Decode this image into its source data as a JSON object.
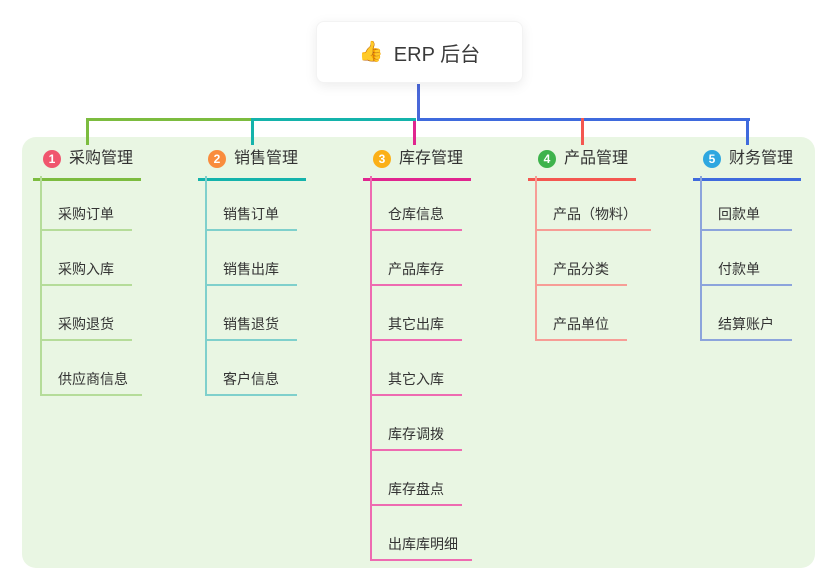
{
  "root": {
    "icon": "👍",
    "title": "ERP 后台",
    "connector_color": "#4a68d9"
  },
  "canvas": {
    "background_color": "#ffffff",
    "panel_color": "#e9f6e3",
    "text_color": "#333333"
  },
  "branches": [
    {
      "index": "1",
      "label": "采购管理",
      "badge_color": "#f0566e",
      "line_color": "#7cbc3f",
      "child_line_color": "#b5dc99",
      "children": [
        "采购订单",
        "采购入库",
        "采购退货",
        "供应商信息"
      ]
    },
    {
      "index": "2",
      "label": "销售管理",
      "badge_color": "#f98c3d",
      "line_color": "#14b3ab",
      "child_line_color": "#7fd0cc",
      "children": [
        "销售订单",
        "销售出库",
        "销售退货",
        "客户信息"
      ]
    },
    {
      "index": "3",
      "label": "库存管理",
      "badge_color": "#fbb017",
      "line_color": "#e0258f",
      "child_line_color": "#ee6bb1",
      "children": [
        "仓库信息",
        "产品库存",
        "其它出库",
        "其它入库",
        "库存调拨",
        "库存盘点",
        "出库库明细"
      ]
    },
    {
      "index": "4",
      "label": "产品管理",
      "badge_color": "#3eb34c",
      "line_color": "#f45750",
      "child_line_color": "#f79d96",
      "children": [
        "产品（物料）",
        "产品分类",
        "产品单位"
      ]
    },
    {
      "index": "5",
      "label": "财务管理",
      "badge_color": "#2ea7e0",
      "line_color": "#3f6add",
      "child_line_color": "#8ca4dc",
      "children": [
        "回款单",
        "付款单",
        "结算账户"
      ]
    }
  ]
}
